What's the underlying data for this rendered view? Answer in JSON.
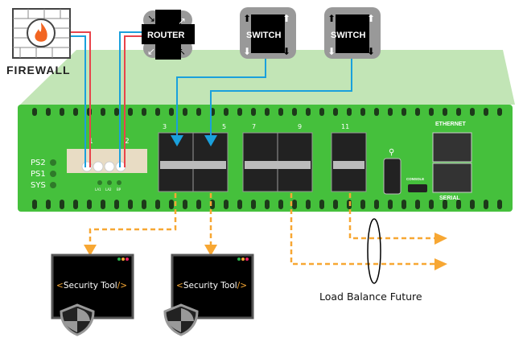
{
  "devices": {
    "firewall": {
      "label": "FIREWALL",
      "icon": "firewall-brick-flame-icon"
    },
    "router": {
      "label": "ROUTER",
      "icon": "router-arrows-icon"
    },
    "switch_1": {
      "label": "SWITCH",
      "icon": "switch-arrows-icon"
    },
    "switch_2": {
      "label": "SWITCH",
      "icon": "switch-arrows-icon"
    }
  },
  "chassis": {
    "leds": [
      "PS2",
      "PS1",
      "SYS"
    ],
    "bypass_leds": [
      "LA1",
      "LA2",
      "BP"
    ],
    "port_numbers": [
      "1",
      "2",
      "3",
      "5",
      "7",
      "9",
      "11"
    ],
    "ethernet_label": "ETHERNET",
    "serial_label": "SERIAL",
    "console_label": "CONSOLE",
    "color": "#45c03c"
  },
  "tools": [
    {
      "label_open": "<",
      "label": "Security Tool",
      "label_close": "/>"
    },
    {
      "label_open": "<",
      "label": "Security Tool",
      "label_close": "/>"
    }
  ],
  "load_balance": {
    "label": "Load Balance Future"
  },
  "colors": {
    "copper_red": "#e8434b",
    "copper_blue": "#1aa0dc",
    "monitor_orange": "#f7a733"
  }
}
